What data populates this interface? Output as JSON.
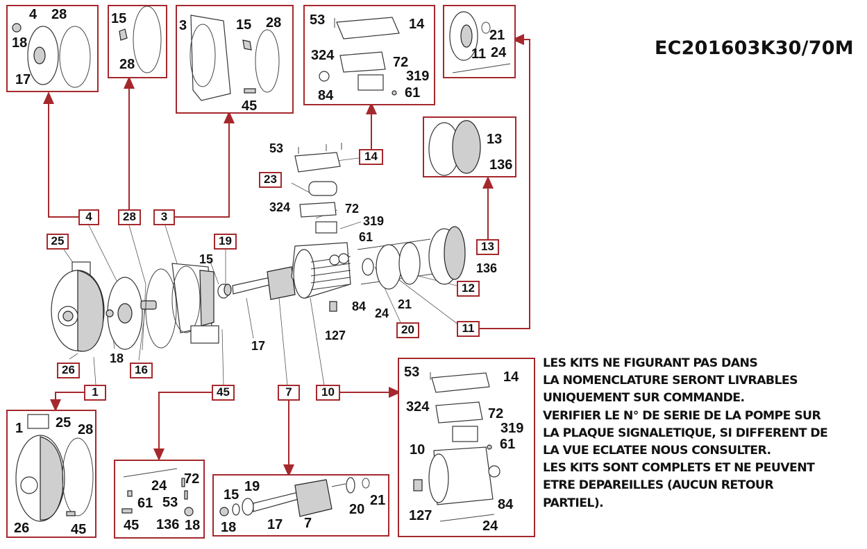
{
  "title": "EC201603K30/70M",
  "colors": {
    "accent": "#a5282c",
    "text": "#111111"
  },
  "notes": [
    "LES KITS NE FIGURANT PAS DANS",
    "LA NOMENCLATURE SERONT LIVRABLES",
    "UNIQUEMENT SUR COMMANDE.",
    "VERIFIER LE N° DE SERIE DE LA POMPE SUR",
    "LA PLAQUE SIGNALETIQUE, SI DIFFERENT DE",
    "LA VUE ECLATEE NOUS CONSULTER.",
    "LES KITS SONT COMPLETS ET NE PEUVENT",
    "ETRE DEPAREILLES (AUCUN RETOUR",
    "PARTIEL)."
  ],
  "kit_tags": {
    "k4": "4",
    "k28": "28",
    "k3": "3",
    "k25": "25",
    "k19": "19",
    "k26": "26",
    "k16": "16",
    "k1": "1",
    "k45": "45",
    "k7": "7",
    "k10": "10",
    "k14": "14",
    "k23": "23",
    "k13": "13",
    "k12": "12",
    "k20": "20",
    "k11": "11"
  },
  "kits": {
    "impeller": {
      "parts": [
        "4",
        "28",
        "18",
        "17"
      ]
    },
    "oring": {
      "parts": [
        "15",
        "28"
      ]
    },
    "bracket": {
      "parts": [
        "3",
        "15",
        "28",
        "45"
      ]
    },
    "terminal_box_top": {
      "parts": [
        "53",
        "14",
        "324",
        "72",
        "319",
        "84",
        "61"
      ]
    },
    "end_shield": {
      "parts": [
        "21",
        "11",
        "24"
      ]
    },
    "fan_cover": {
      "parts": [
        "13",
        "136"
      ]
    },
    "pump_body": {
      "parts": [
        "1",
        "25",
        "28",
        "26",
        "45"
      ]
    },
    "hardware": {
      "parts": [
        "24",
        "72",
        "61",
        "53",
        "45",
        "136",
        "18"
      ]
    },
    "rotor": {
      "parts": [
        "15",
        "19",
        "18",
        "17",
        "7",
        "20",
        "21"
      ]
    },
    "motor_body": {
      "parts": [
        "53",
        "14",
        "324",
        "72",
        "319",
        "61",
        "10",
        "84",
        "127",
        "24"
      ]
    }
  },
  "main_labels": {
    "l53": "53",
    "l324": "324",
    "l72": "72",
    "l319": "319",
    "l61": "61",
    "l15": "15",
    "l17": "17",
    "l18": "18",
    "l84": "84",
    "l24": "24",
    "l21": "21",
    "l127": "127",
    "l136": "136"
  }
}
